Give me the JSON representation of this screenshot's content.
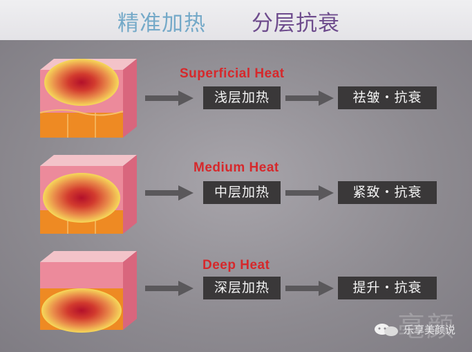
{
  "title": {
    "left": "精准加热",
    "right": "分层抗衰"
  },
  "rows": [
    {
      "heat_en": "Superficial  Heat",
      "level": "浅层加热",
      "result": "祛皱・抗衰"
    },
    {
      "heat_en": "Medium Heat",
      "level": "中层加热",
      "result": "紧致・抗衰"
    },
    {
      "heat_en": "Deep  Heat",
      "level": "深层加热",
      "result": "提升・抗衰"
    }
  ],
  "watermark": {
    "text": "乐享美颜说",
    "ghost": "亳颜"
  },
  "colors": {
    "background": "#8e8b91",
    "heat_label": "#d6282b",
    "box": "#3a3839",
    "arrow": "#5a585b",
    "title_left": "#74a9c8",
    "title_right": "#6e4c8d"
  }
}
